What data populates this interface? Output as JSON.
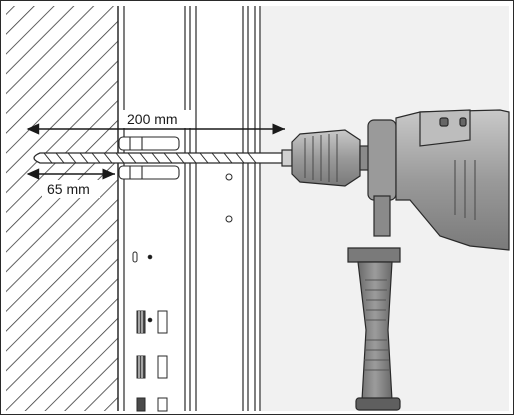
{
  "dimensions": {
    "drill_bit_length": {
      "value": 200,
      "unit": "mm",
      "label": "200 mm"
    },
    "anchor_depth": {
      "value": 65,
      "unit": "mm",
      "label": "65 mm"
    }
  },
  "colors": {
    "outline": "#2a2a2a",
    "wall_hatch": "#3a3a3a",
    "drill_body": "#a9a9a9",
    "drill_dark": "#6f6f6f",
    "background_panel": "#f1f1f1"
  }
}
